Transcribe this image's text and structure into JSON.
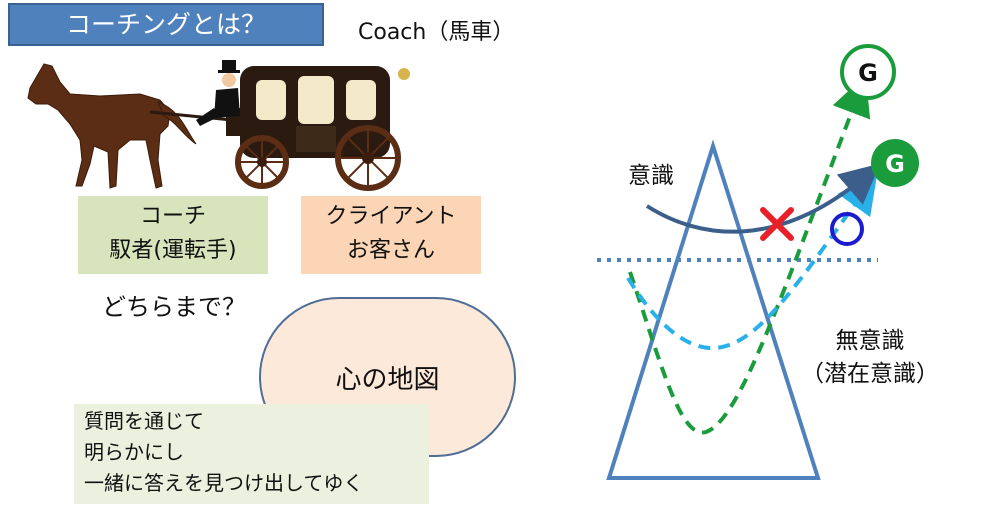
{
  "title": "コーチングとは？",
  "coach_label": "Coach（馬車）",
  "coach_box": {
    "line1": "コーチ",
    "line2": "馭者(運転手)"
  },
  "client_box": {
    "line1": "クライアント",
    "line2": "お客さん"
  },
  "question": "どちらまで？",
  "map_label": "心の地図",
  "note": {
    "line1": "質問を通じて",
    "line2": "明らかにし",
    "line3": "一緒に答えを見つけ出してゆく"
  },
  "conscious_label": "意識",
  "unconscious_label": {
    "line1": "無意識",
    "line2": "（潜在意識）"
  },
  "goal_label": "G",
  "icons": {
    "cross": "red-x-mark",
    "circle": "blue-circle-mark",
    "carriage": "horse-carriage-illustration"
  },
  "colors": {
    "title_bg": "#4f81bd",
    "green": "#1a9c3c",
    "light_blue": "#2ab0e8",
    "triangle": "#4f81bd",
    "dark_blue_arrow": "#3b5f8a",
    "cross": "#e8202a",
    "circle": "#1c1ccf"
  }
}
